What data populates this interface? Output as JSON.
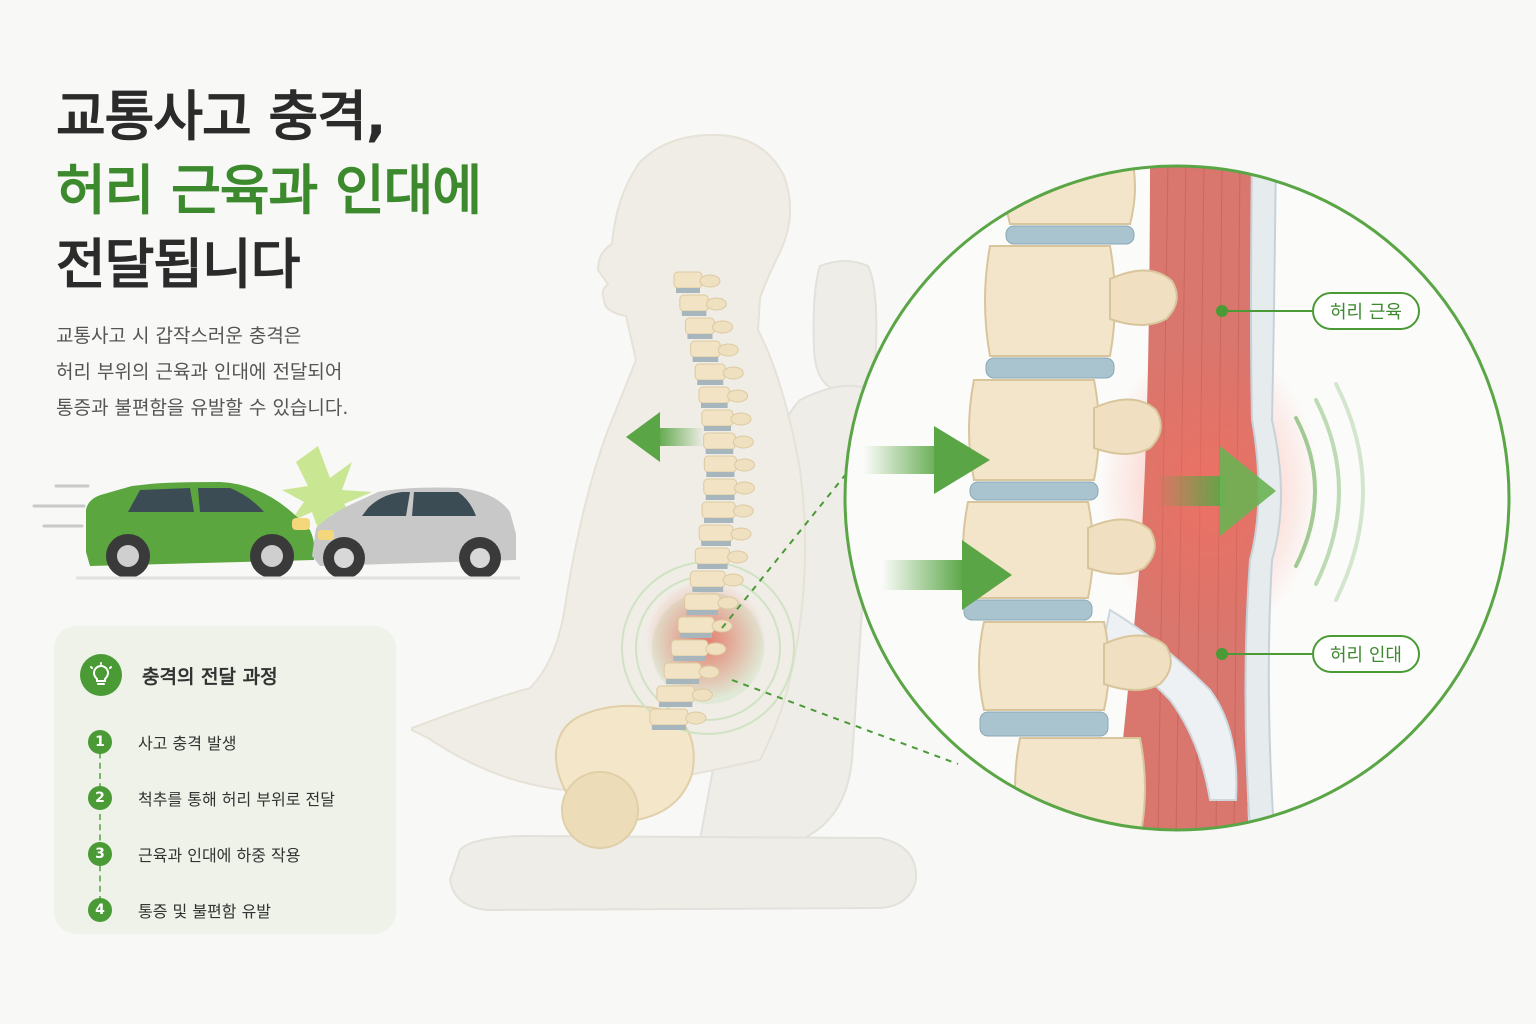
{
  "title": {
    "line1": "교통사고 충격,",
    "line2": "허리 근육과 인대에",
    "line3": "전달됩니다"
  },
  "description": {
    "line1": "교통사고 시 갑작스러운 충격은",
    "line2": "허리 부위의 근육과 인대에 전달되어",
    "line3": "통증과 불편함을 유발할 수 있습니다."
  },
  "card": {
    "title": "충격의 전달 과정",
    "icon": "lightbulb-icon",
    "steps": [
      {
        "num": "1",
        "label": "사고 충격 발생"
      },
      {
        "num": "2",
        "label": "척추를 통해 허리 부위로 전달"
      },
      {
        "num": "3",
        "label": "근육과 인대에 하중 작용"
      },
      {
        "num": "4",
        "label": "통증 및 불편함 유발"
      }
    ]
  },
  "callouts": {
    "muscle": "허리 근육",
    "ligament": "허리 인대"
  },
  "colors": {
    "accent": "#4a9a36",
    "title_dark": "#2b2b2b",
    "title_green": "#3d8a2e",
    "muscle": "#d8736a",
    "bone": "#f2e4c8",
    "disc": "#a9c3cf",
    "card_bg": "#eef2e8"
  }
}
